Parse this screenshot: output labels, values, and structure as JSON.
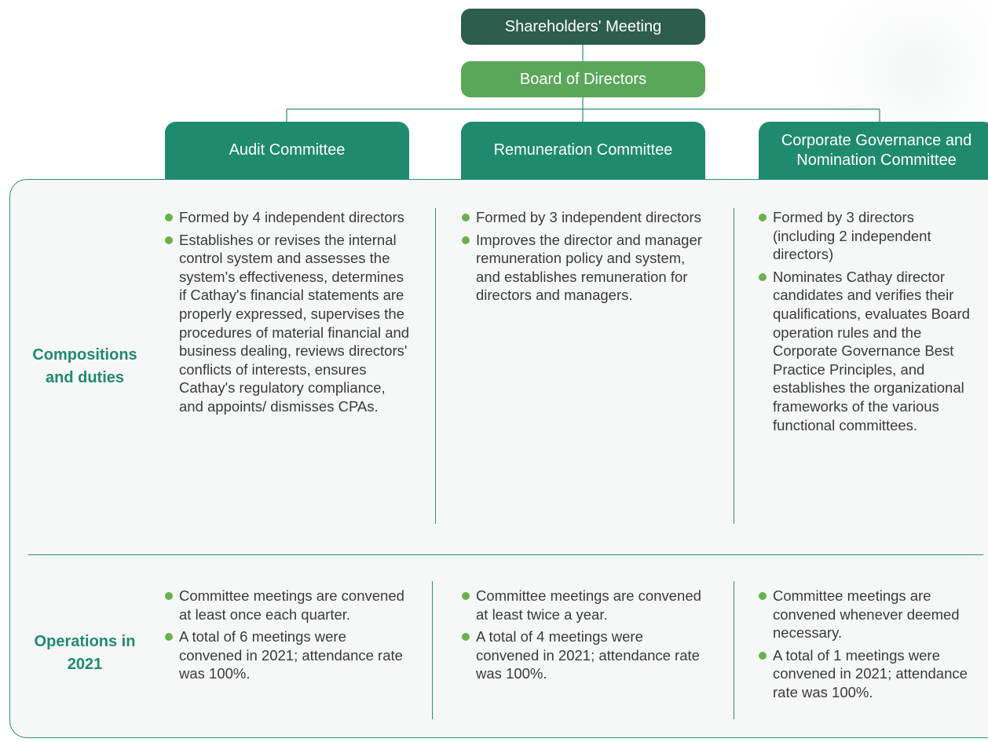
{
  "org": {
    "shareholders": "Shareholders' Meeting",
    "board": "Board of Directors",
    "committees": [
      {
        "name_line1": "Audit Committee",
        "name_line2": ""
      },
      {
        "name_line1": "Remuneration Committee",
        "name_line2": ""
      },
      {
        "name_line1": "Corporate Governance and",
        "name_line2": "Nomination Committee"
      }
    ]
  },
  "rows": [
    {
      "label_line1": "Compositions",
      "label_line2": "and duties"
    },
    {
      "label_line1": "Operations in",
      "label_line2": "2021"
    }
  ],
  "duties": [
    [
      "Formed by 4 independent directors",
      "Establishes or revises the internal control system and assesses the system's effectiveness, determines if Cathay's financial statements are properly expressed, supervises the procedures of material financial and business dealing, reviews directors' conflicts of interests, ensures Cathay's regulatory compliance, and appoints/ dismisses CPAs."
    ],
    [
      "Formed by 3 independent directors",
      "Improves the director and manager remuneration policy and system, and establishes remuneration for directors and managers."
    ],
    [
      "Formed by 3 directors (including 2 independent directors)",
      "Nominates Cathay director candidates and verifies their qualifications, evaluates Board operation rules and the Corporate Governance Best Practice Principles, and establishes the organizational frameworks of the various functional committees."
    ]
  ],
  "operations": [
    [
      "Committee meetings are convened at least once each quarter.",
      "A total of 6 meetings were convened in 2021; attendance rate was 100%."
    ],
    [
      "Committee meetings are convened at least twice a year.",
      "A total of 4 meetings were convened in 2021; attendance rate was 100%."
    ],
    [
      "Committee meetings are convened whenever deemed necessary.",
      "A total of 1 meetings were convened in 2021; attendance rate was 100%."
    ]
  ],
  "colors": {
    "dark_green": "#2d5d4c",
    "light_green": "#5aa75a",
    "teal": "#1f8a6e",
    "bullet": "#6ab04c"
  }
}
